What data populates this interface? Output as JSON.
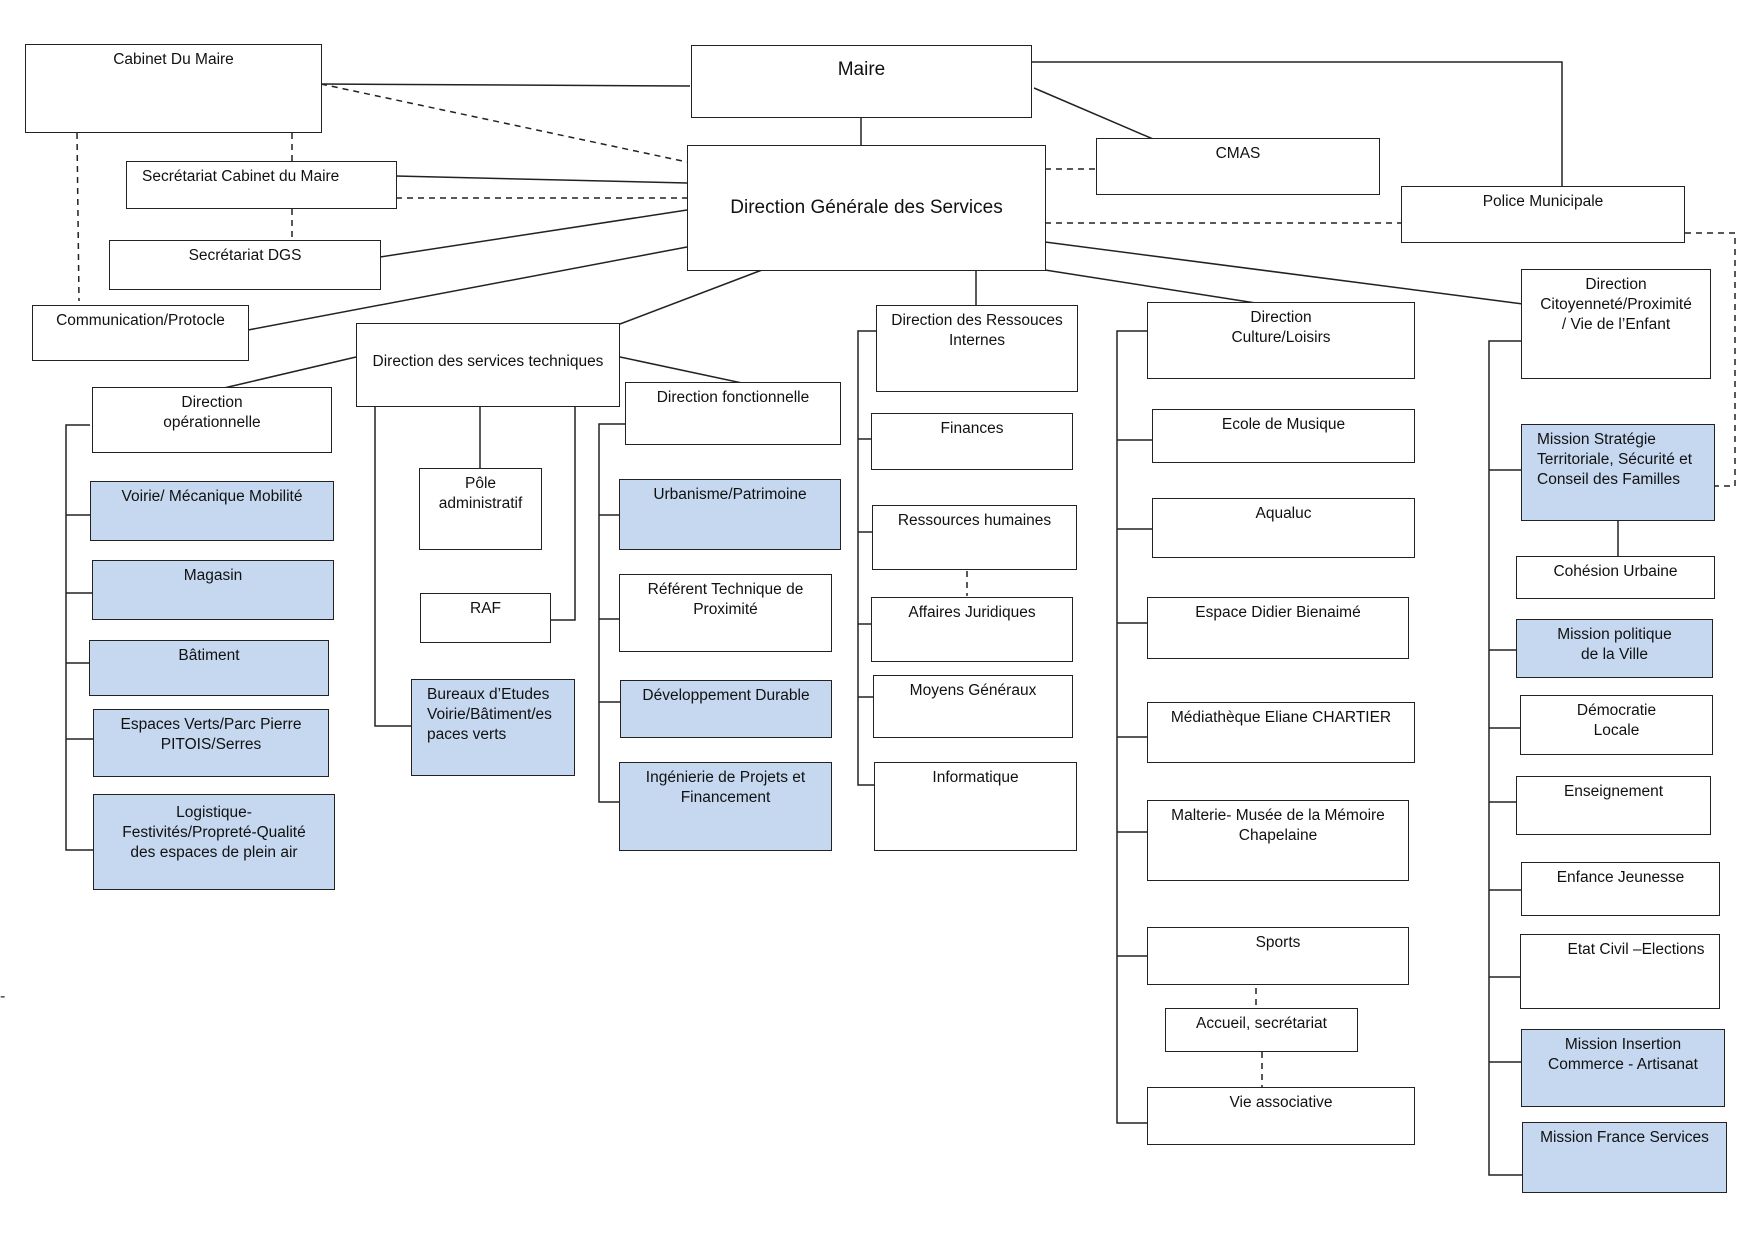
{
  "diagram": {
    "colors": {
      "highlight": "#c5d8f0",
      "border": "#222222",
      "background": "#ffffff"
    },
    "side_mark": "-",
    "boxes": {
      "maire": "Maire",
      "cabinet": "Cabinet Du Maire",
      "sec_cabinet": "Secrétariat Cabinet du Maire",
      "sec_dgs": "Secrétariat DGS",
      "communication": "Communication/Protocle",
      "dgs": "Direction Générale des Services",
      "cmas": "CMAS",
      "police": "Police Municipale",
      "dst": "Direction des services techniques",
      "dir_op": "Direction\nopérationnelle",
      "voirie": "Voirie/ Mécanique Mobilité",
      "magasin": "Magasin",
      "batiment": "Bâtiment",
      "espaces_verts": "Espaces Verts/Parc Pierre\nPITOIS/Serres",
      "logistique": "Logistique-\nFestivités/Propreté-Qualité\ndes espaces de plein air",
      "pole_admin": "Pôle\nadministratif",
      "raf": "RAF",
      "bureaux": "Bureaux  d’Etudes\nVoirie/Bâtiment/es\npaces verts",
      "dir_fonc": "Direction   fonctionnelle",
      "urbanisme": "Urbanisme/Patrimoine",
      "referent": "Référent Technique de\nProximité",
      "dev_durable": "Développement Durable",
      "ingenierie": "Ingénierie de Projets et\nFinancement",
      "dri": "Direction des Ressouces\nInternes",
      "finances": "Finances",
      "rh": "Ressources humaines",
      "affaires": "Affaires Juridiques",
      "moyens": "Moyens Généraux",
      "informatique": "Informatique",
      "dcl": "Direction\nCulture/Loisirs",
      "ecole": "Ecole de Musique",
      "aqualuc": "Aqualuc",
      "espace_didier": "Espace Didier Bienaimé",
      "mediatheque": "Médiathèque Eliane CHARTIER",
      "malterie": "Malterie- Musée de la    Mémoire\nChapelaine",
      "sports": "Sports",
      "accueil": "Accueil, secrétariat",
      "vie_asso": "Vie associative",
      "dcpve": "Direction\nCitoyenneté/Proximité\n/ Vie de l’Enfant",
      "mission_strat": "Mission  Stratégie\nTerritoriale, Sécurité  et\nConseil des Familles",
      "cohesion": "Cohésion Urbaine",
      "mission_pol": "Mission politique\nde la Ville",
      "democratie": "Démocratie\nLocale",
      "enseignement": "Enseignement",
      "enfance": "Enfance Jeunesse",
      "etat_civil": "Etat Civil –Elections",
      "mission_insertion": "Mission Insertion\nCommerce - Artisanat",
      "mission_france": "Mission France Services"
    }
  }
}
